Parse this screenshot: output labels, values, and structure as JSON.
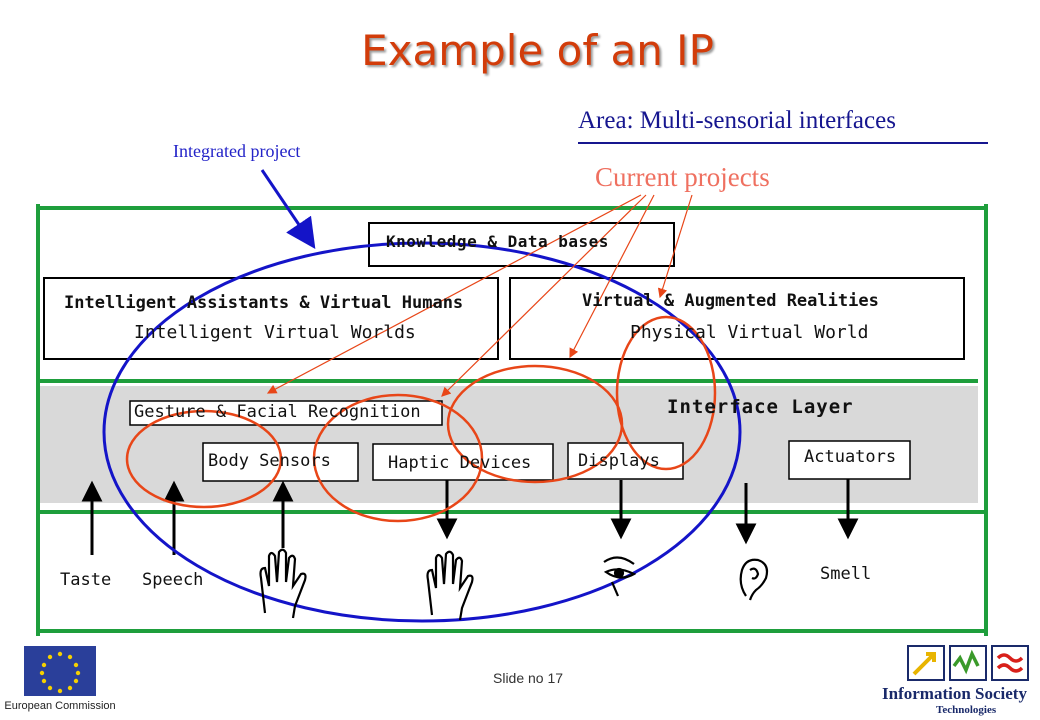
{
  "title": "Example of an IP",
  "area": "Area: Multi-sensorial  interfaces",
  "integrated_label": "Integrated project",
  "current_label": "Current projects",
  "boxes": {
    "knowledge": "Knowledge & Data bases",
    "assistants_l1": "Intelligent Assistants & Virtual Humans",
    "assistants_l2": "Intelligent Virtual Worlds",
    "virtual_l1": "Virtual & Augmented Realities",
    "virtual_l2": "Physical Virtual World",
    "interface_layer": "Interface Layer",
    "gesture": "Gesture & Facial Recognition",
    "body_sensors": "Body Sensors",
    "haptic": "Haptic Devices",
    "displays": "Displays",
    "actuators": "Actuators"
  },
  "senses": {
    "taste": "Taste",
    "speech": "Speech",
    "smell": "Smell"
  },
  "footer": {
    "slide_no": "Slide no 17",
    "ec_logo_text": "European Commission",
    "ist_logo_text": "Information Society",
    "ist_logo_sub": "Technologies"
  },
  "colors": {
    "title": "#d23c0a",
    "frame_green": "#1e9e3c",
    "ellipse_blue": "#1414c8",
    "circle_red": "#e84618",
    "arrow_red": "#e84618"
  },
  "icons": [
    "hand-icon",
    "hand-icon",
    "eye-icon",
    "ear-icon"
  ]
}
